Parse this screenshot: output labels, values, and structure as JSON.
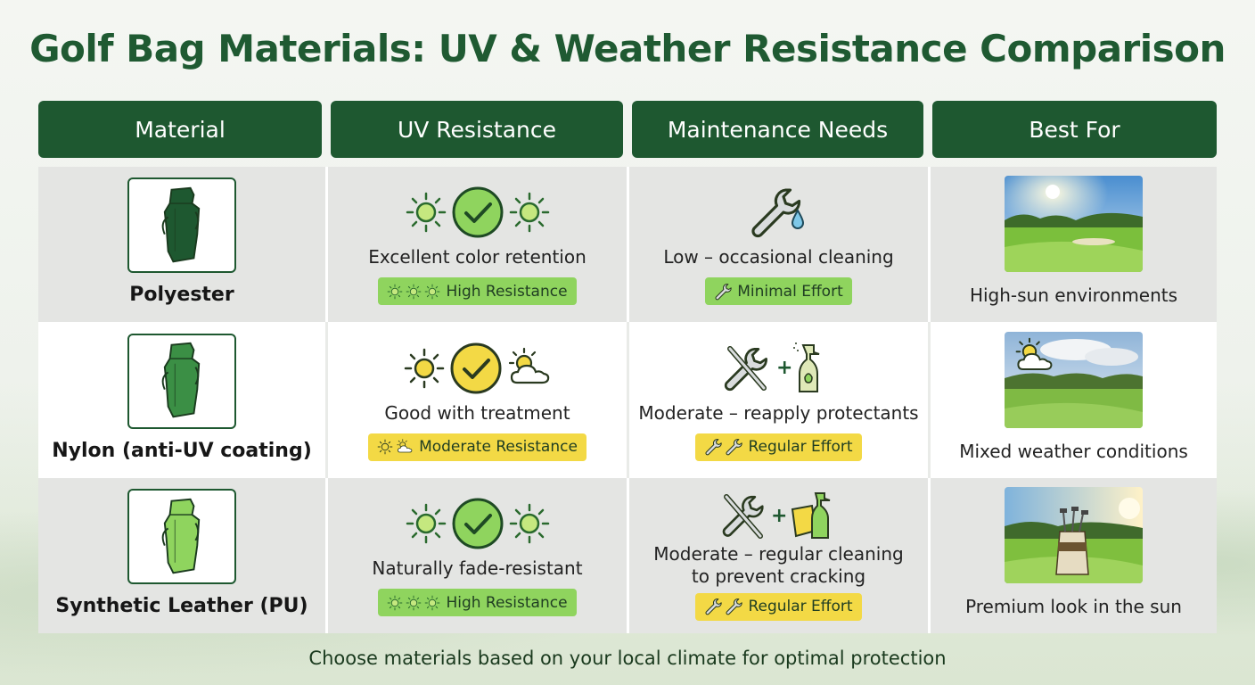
{
  "title": "Golf Bag Materials: UV & Weather Resistance Comparison",
  "headers": [
    "Material",
    "UV Resistance",
    "Maintenance Needs",
    "Best For"
  ],
  "rows": [
    {
      "material": "Polyester",
      "bag_color": "#1e5830",
      "uv_text": "Excellent color retention",
      "uv_badge": "High Resistance",
      "uv_badge_color": "#8fd45e",
      "maintenance_text": "Low – occasional cleaning",
      "maintenance_badge": "Minimal Effort",
      "maintenance_badge_color": "#8fd45e",
      "best_for": "High-sun environments"
    },
    {
      "material": "Nylon (anti-UV coating)",
      "bag_color": "#3b8f45",
      "uv_text": "Good with treatment",
      "uv_badge": "Moderate Resistance",
      "uv_badge_color": "#f3d945",
      "maintenance_text": "Moderate – reapply protectants",
      "maintenance_badge": "Regular Effort",
      "maintenance_badge_color": "#f3d945",
      "best_for": "Mixed weather conditions"
    },
    {
      "material": "Synthetic Leather (PU)",
      "bag_color": "#8fd45e",
      "uv_text": "Naturally fade-resistant",
      "uv_badge": "High Resistance",
      "uv_badge_color": "#8fd45e",
      "maintenance_text_line1": "Moderate – regular cleaning",
      "maintenance_text_line2": "to prevent cracking",
      "maintenance_badge": "Regular Effort",
      "maintenance_badge_color": "#f3d945",
      "best_for": "Premium look in the sun"
    }
  ],
  "footer": "Choose materials based on your local climate for optimal protection",
  "colors": {
    "header_bg": "#1e5830",
    "title": "#1f5a32",
    "green_badge": "#8fd45e",
    "yellow_badge": "#f3d945"
  }
}
